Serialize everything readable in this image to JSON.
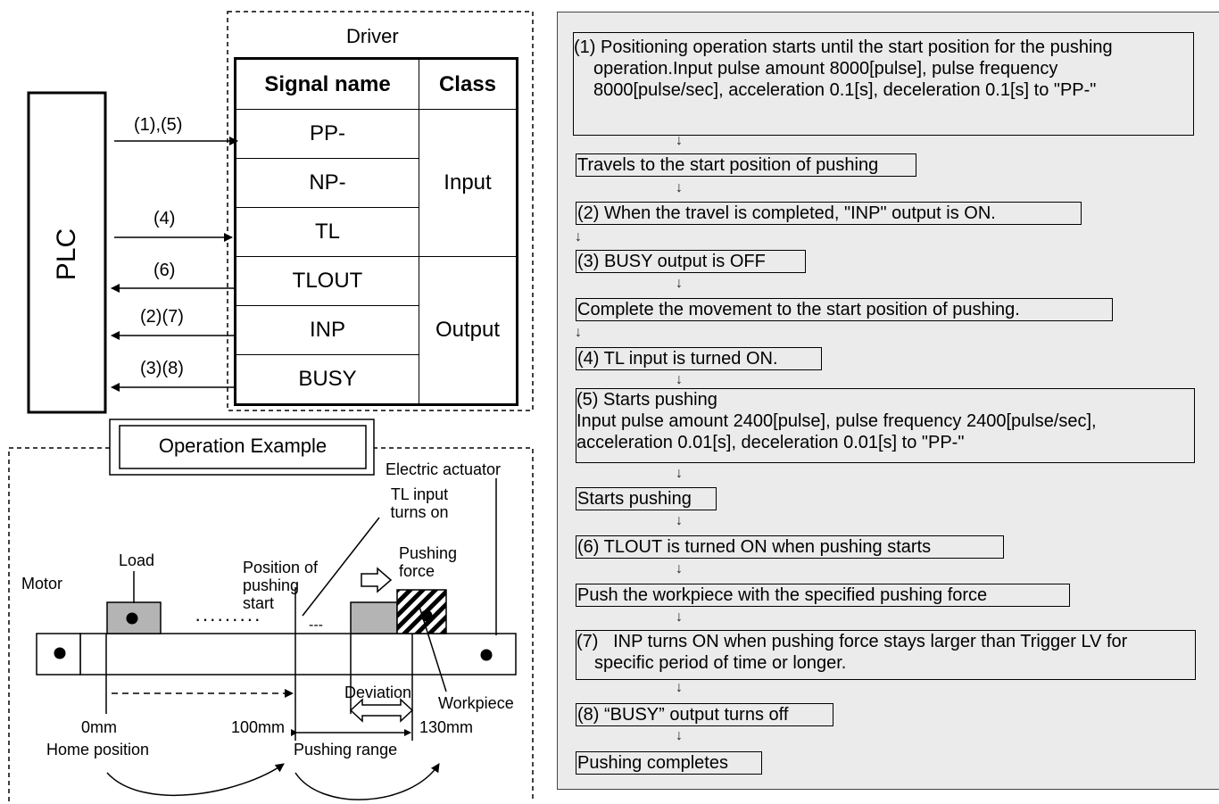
{
  "driver": {
    "title": "Driver",
    "table": {
      "headers": [
        "Signal name",
        "Class"
      ],
      "signals": [
        "PP-",
        "NP-",
        "TL",
        "TLOUT",
        "INP",
        "BUSY"
      ],
      "classes": [
        "Input",
        "Output"
      ]
    }
  },
  "plc": {
    "label": "PLC"
  },
  "signal_arrows": [
    "(1),(5)",
    "(4)",
    "(6)",
    "(2)(7)",
    "(3)(8)"
  ],
  "operation_example": {
    "title": "Operation Example",
    "labels": {
      "electric_actuator": "Electric actuator",
      "tl_input": "TL input\nturns on",
      "pushing_force": "Pushing\nforce",
      "load": "Load",
      "position_of_pushing_start": "Position of\npushing\nstart",
      "motor": "Motor",
      "dots": "·········",
      "dashes": "---",
      "deviation": "Deviation",
      "workpiece": "Workpiece",
      "mm0": "0mm",
      "mm100": "100mm",
      "mm130": "130mm",
      "home_position": "Home position",
      "pushing_range": "Pushing range"
    }
  },
  "flow": {
    "steps": [
      "(1) Positioning operation starts until the start position for the pushing operation.Input pulse amount 8000[pulse], pulse frequency 8000[pulse/sec], acceleration 0.1[s], deceleration 0.1[s] to \"PP-\"",
      "Travels to the start position of pushing",
      "(2) When the travel is completed, \"INP\" output is ON.",
      "(3) BUSY output is OFF",
      "Complete the movement to the start position of pushing.",
      "(4) TL input is turned ON.",
      "(5) Starts pushing\nInput pulse amount 2400[pulse], pulse frequency 2400[pulse/sec], acceleration 0.01[s], deceleration 0.01[s] to \"PP-\"",
      "Starts pushing",
      "(6) TLOUT is turned ON when pushing starts",
      "Push the workpiece with the specified pushing force",
      "(7)   INP turns ON when pushing force stays larger than Trigger LV for specific period of time or longer.",
      "(8) “BUSY” output turns off",
      "Pushing completes"
    ],
    "arrow_glyph": "↓"
  }
}
